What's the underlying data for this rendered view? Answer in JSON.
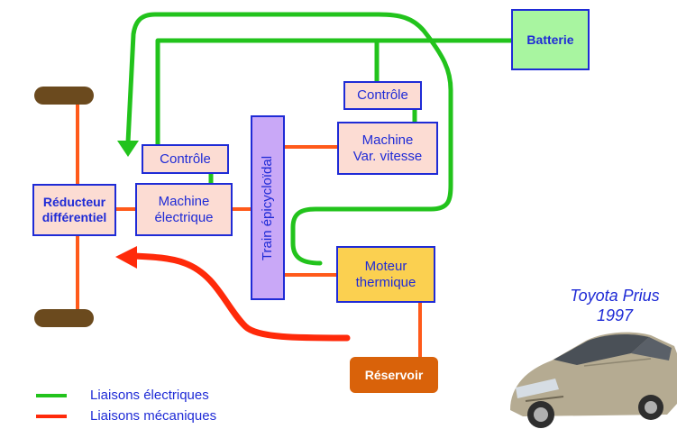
{
  "colors": {
    "electrical": "#22c31c",
    "mechanical": "#ff2a0a",
    "link_orange": "#ff5a1a",
    "box_border": "#1f2bd6",
    "box_fill": "#fcdcd3",
    "battery_fill": "#a8f5a0",
    "epicyclic_fill": "#c9a8f7",
    "engine_fill": "#fbd050",
    "reservoir_fill": "#d9620a",
    "wheel": "#6b4a1e"
  },
  "blocks": {
    "battery": "Batterie",
    "control_top": "Contrôle",
    "machine_var": [
      "Machine",
      "Var. vitesse"
    ],
    "control_left": "Contrôle",
    "machine_elec": [
      "Machine",
      "électrique"
    ],
    "reducer": [
      "Réducteur",
      "différentiel"
    ],
    "epicyclic": "Train épicycloïdal",
    "engine": [
      "Moteur",
      "thermique"
    ],
    "reservoir": "Réservoir"
  },
  "legend": {
    "electrical": "Liaisons électriques",
    "mechanical": "Liaisons mécaniques"
  },
  "car": {
    "name": "Toyota Prius",
    "year": "1997"
  }
}
